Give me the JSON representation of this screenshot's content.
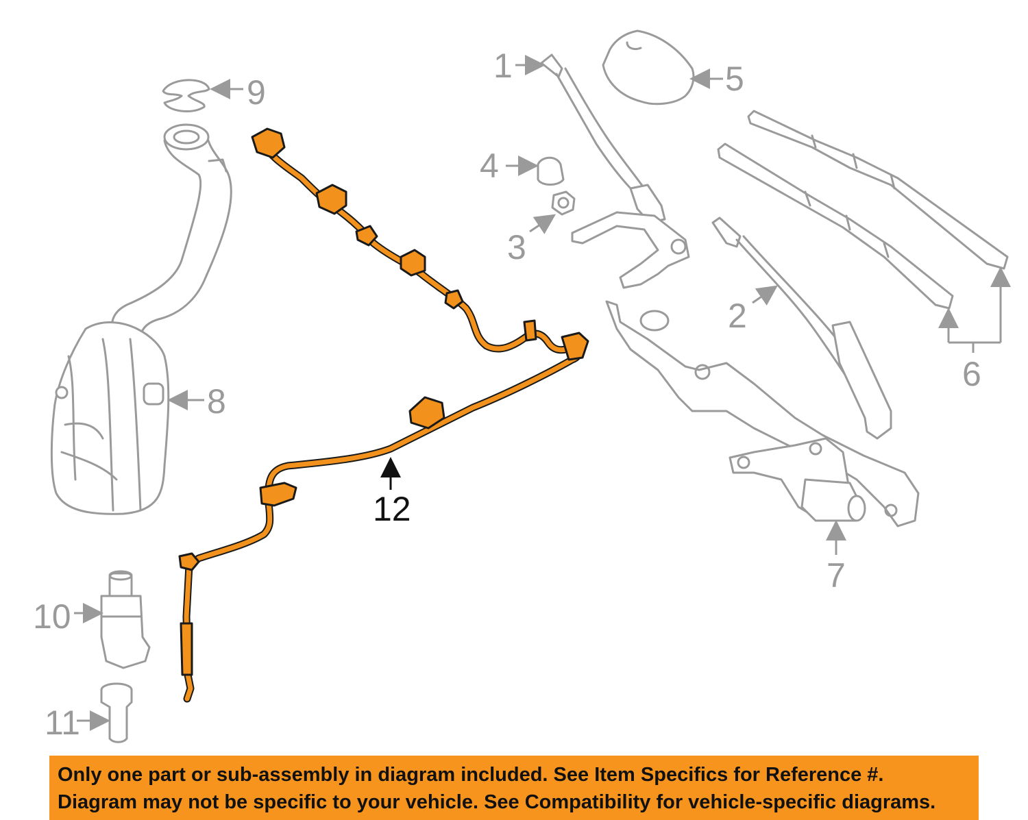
{
  "callouts": {
    "c1": "1",
    "c2": "2",
    "c3": "3",
    "c4": "4",
    "c5": "5",
    "c6": "6",
    "c7": "7",
    "c8": "8",
    "c9": "9",
    "c10": "10",
    "c11": "11",
    "c12": "12"
  },
  "disclaimer": {
    "line1": "Only one part or sub-assembly in diagram included. See Item Specifics for Reference #.",
    "line2": "Diagram may not be specific to your vehicle. See Compatibility for vehicle-specific diagrams."
  },
  "colors": {
    "highlight": "#f2921d",
    "banner": "#f7941d",
    "part_outline": "#9a9a9a"
  }
}
